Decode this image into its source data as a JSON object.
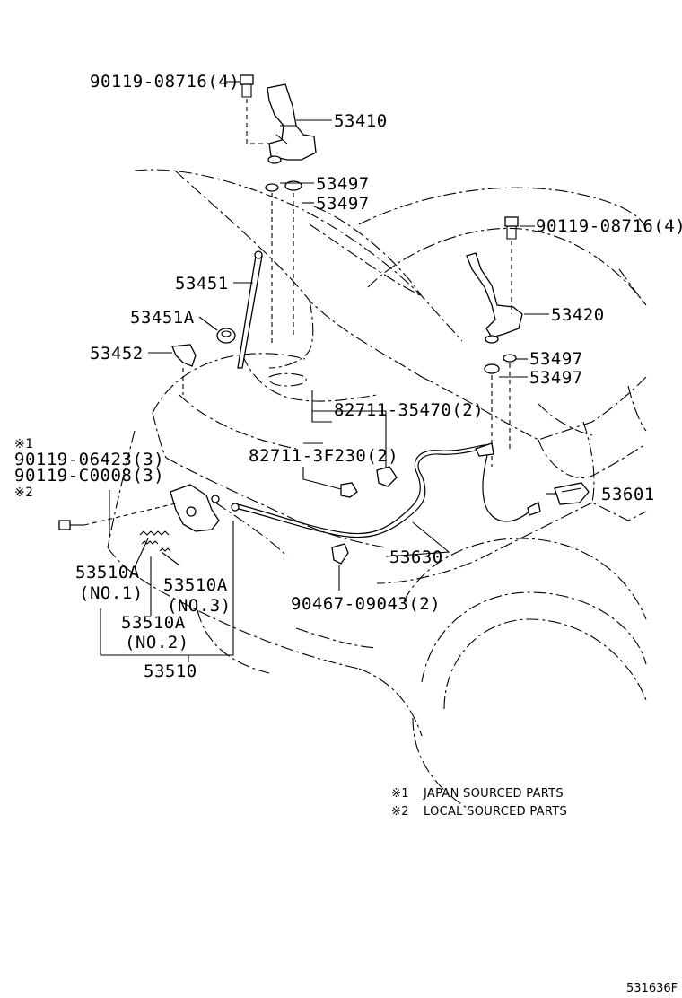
{
  "labels": {
    "hinge_bolt_upper": "90119-08716(4)",
    "hinge_left": "53410",
    "cushion_a": "53497",
    "cushion_b": "53497",
    "hinge_bolt_right": "90119-08716(4)",
    "hood_support_rod": "53451",
    "rod_grommet": "53451A",
    "rod_holder": "53452",
    "hinge_right": "53420",
    "cushion_c": "53497",
    "cushion_d": "53497",
    "clamp_a": "82711-35470(2)",
    "clamp_b": "82711-3F230(2)",
    "note1_mark": "※1",
    "lock_bolt_japan": "90119-06423(3)",
    "lock_bolt_local": "90119-C0008(3)",
    "note2_mark": "※2",
    "release_lever": "53601",
    "release_cable": "53630",
    "lock_part_no1": "53510A",
    "lock_part_no1_sub": "(NO.1)",
    "lock_part_no3": "53510A",
    "lock_part_no3_sub": "(NO.3)",
    "lock_part_no2": "53510A",
    "lock_part_no2_sub": "(NO.2)",
    "hood_lock_assy": "53510",
    "clip": "90467-09043(2)"
  },
  "notes": [
    {
      "mark": "※1",
      "text": "JAPAN SOURCED PARTS"
    },
    {
      "mark": "※2",
      "text": "LOCAL SOURCED PARTS"
    }
  ],
  "figure_id": "531636F"
}
